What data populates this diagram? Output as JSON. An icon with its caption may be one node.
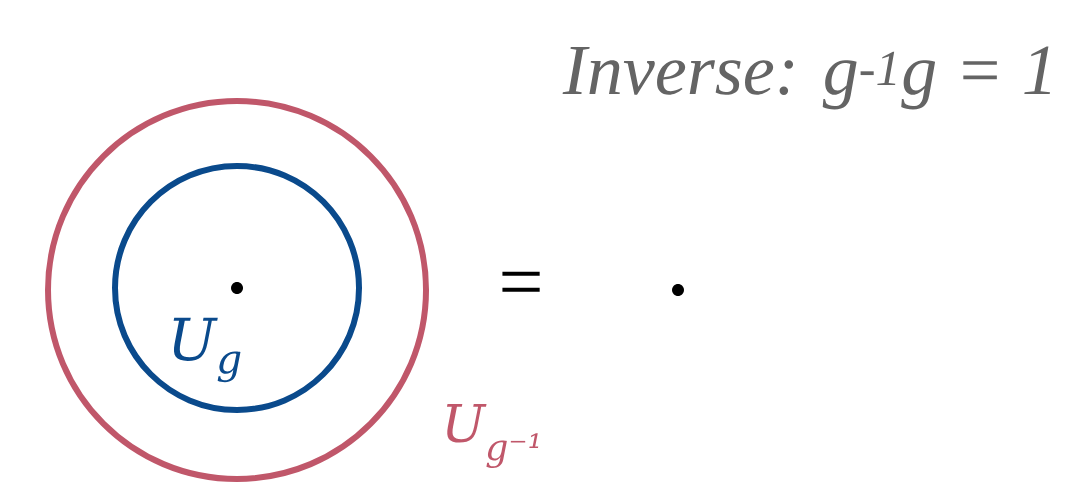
{
  "diagram": {
    "title": "Inverse: g$^{-1}$g = 1",
    "nodes": [
      {
        "text": [],
        "shape": "circle",
        "beside": [
          "U$_{g⁻¹}$"
        ]
      },
      {
        "text": [
          "U$_{g}$"
        ],
        "in": 0
      },
      {
        "text": [],
        "shape": "dot",
        "in": 1
      },
      {
        "text": [],
        "shape": "dot"
      }
    ],
    "labels": [
      "="
    ]
  }
}
